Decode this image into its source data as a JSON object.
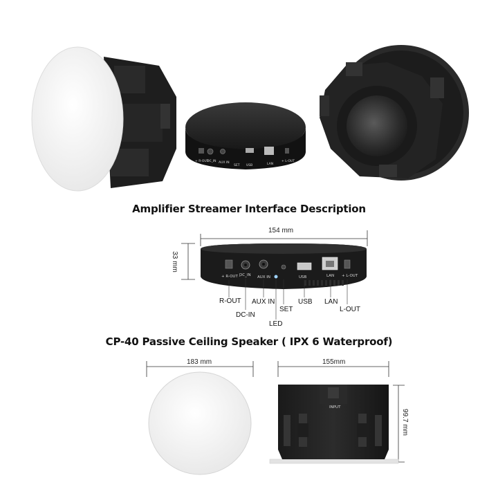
{
  "headings": {
    "amplifier": "Amplifier Streamer Interface Description",
    "speaker": "CP-40 Passive Ceiling Speaker ( IPX 6 Waterproof)"
  },
  "dimensions": {
    "amp_width": "154 mm",
    "amp_height": "33 mm",
    "speaker_diameter": "183 mm",
    "speaker_body_width": "155mm",
    "speaker_height": "99.7 mm"
  },
  "ports": {
    "r_out": "R-OUT",
    "dc_in": "DC-IN",
    "aux_in": "AUX IN",
    "led": "LED",
    "set": "SET",
    "usb": "USB",
    "lan": "LAN",
    "l_out": "L-OUT"
  },
  "panel_print": {
    "r_out": "+ R-OUT -",
    "dc_in": "DC_IN",
    "aux_in": "AUX IN",
    "set": "SET",
    "usb": "USB",
    "lan": "LAN",
    "l_out": "+ L-OUT",
    "input": "INPUT"
  },
  "colors": {
    "product_body": "#1c1c1c",
    "grille": "#f4f4f4",
    "background": "#ffffff"
  }
}
